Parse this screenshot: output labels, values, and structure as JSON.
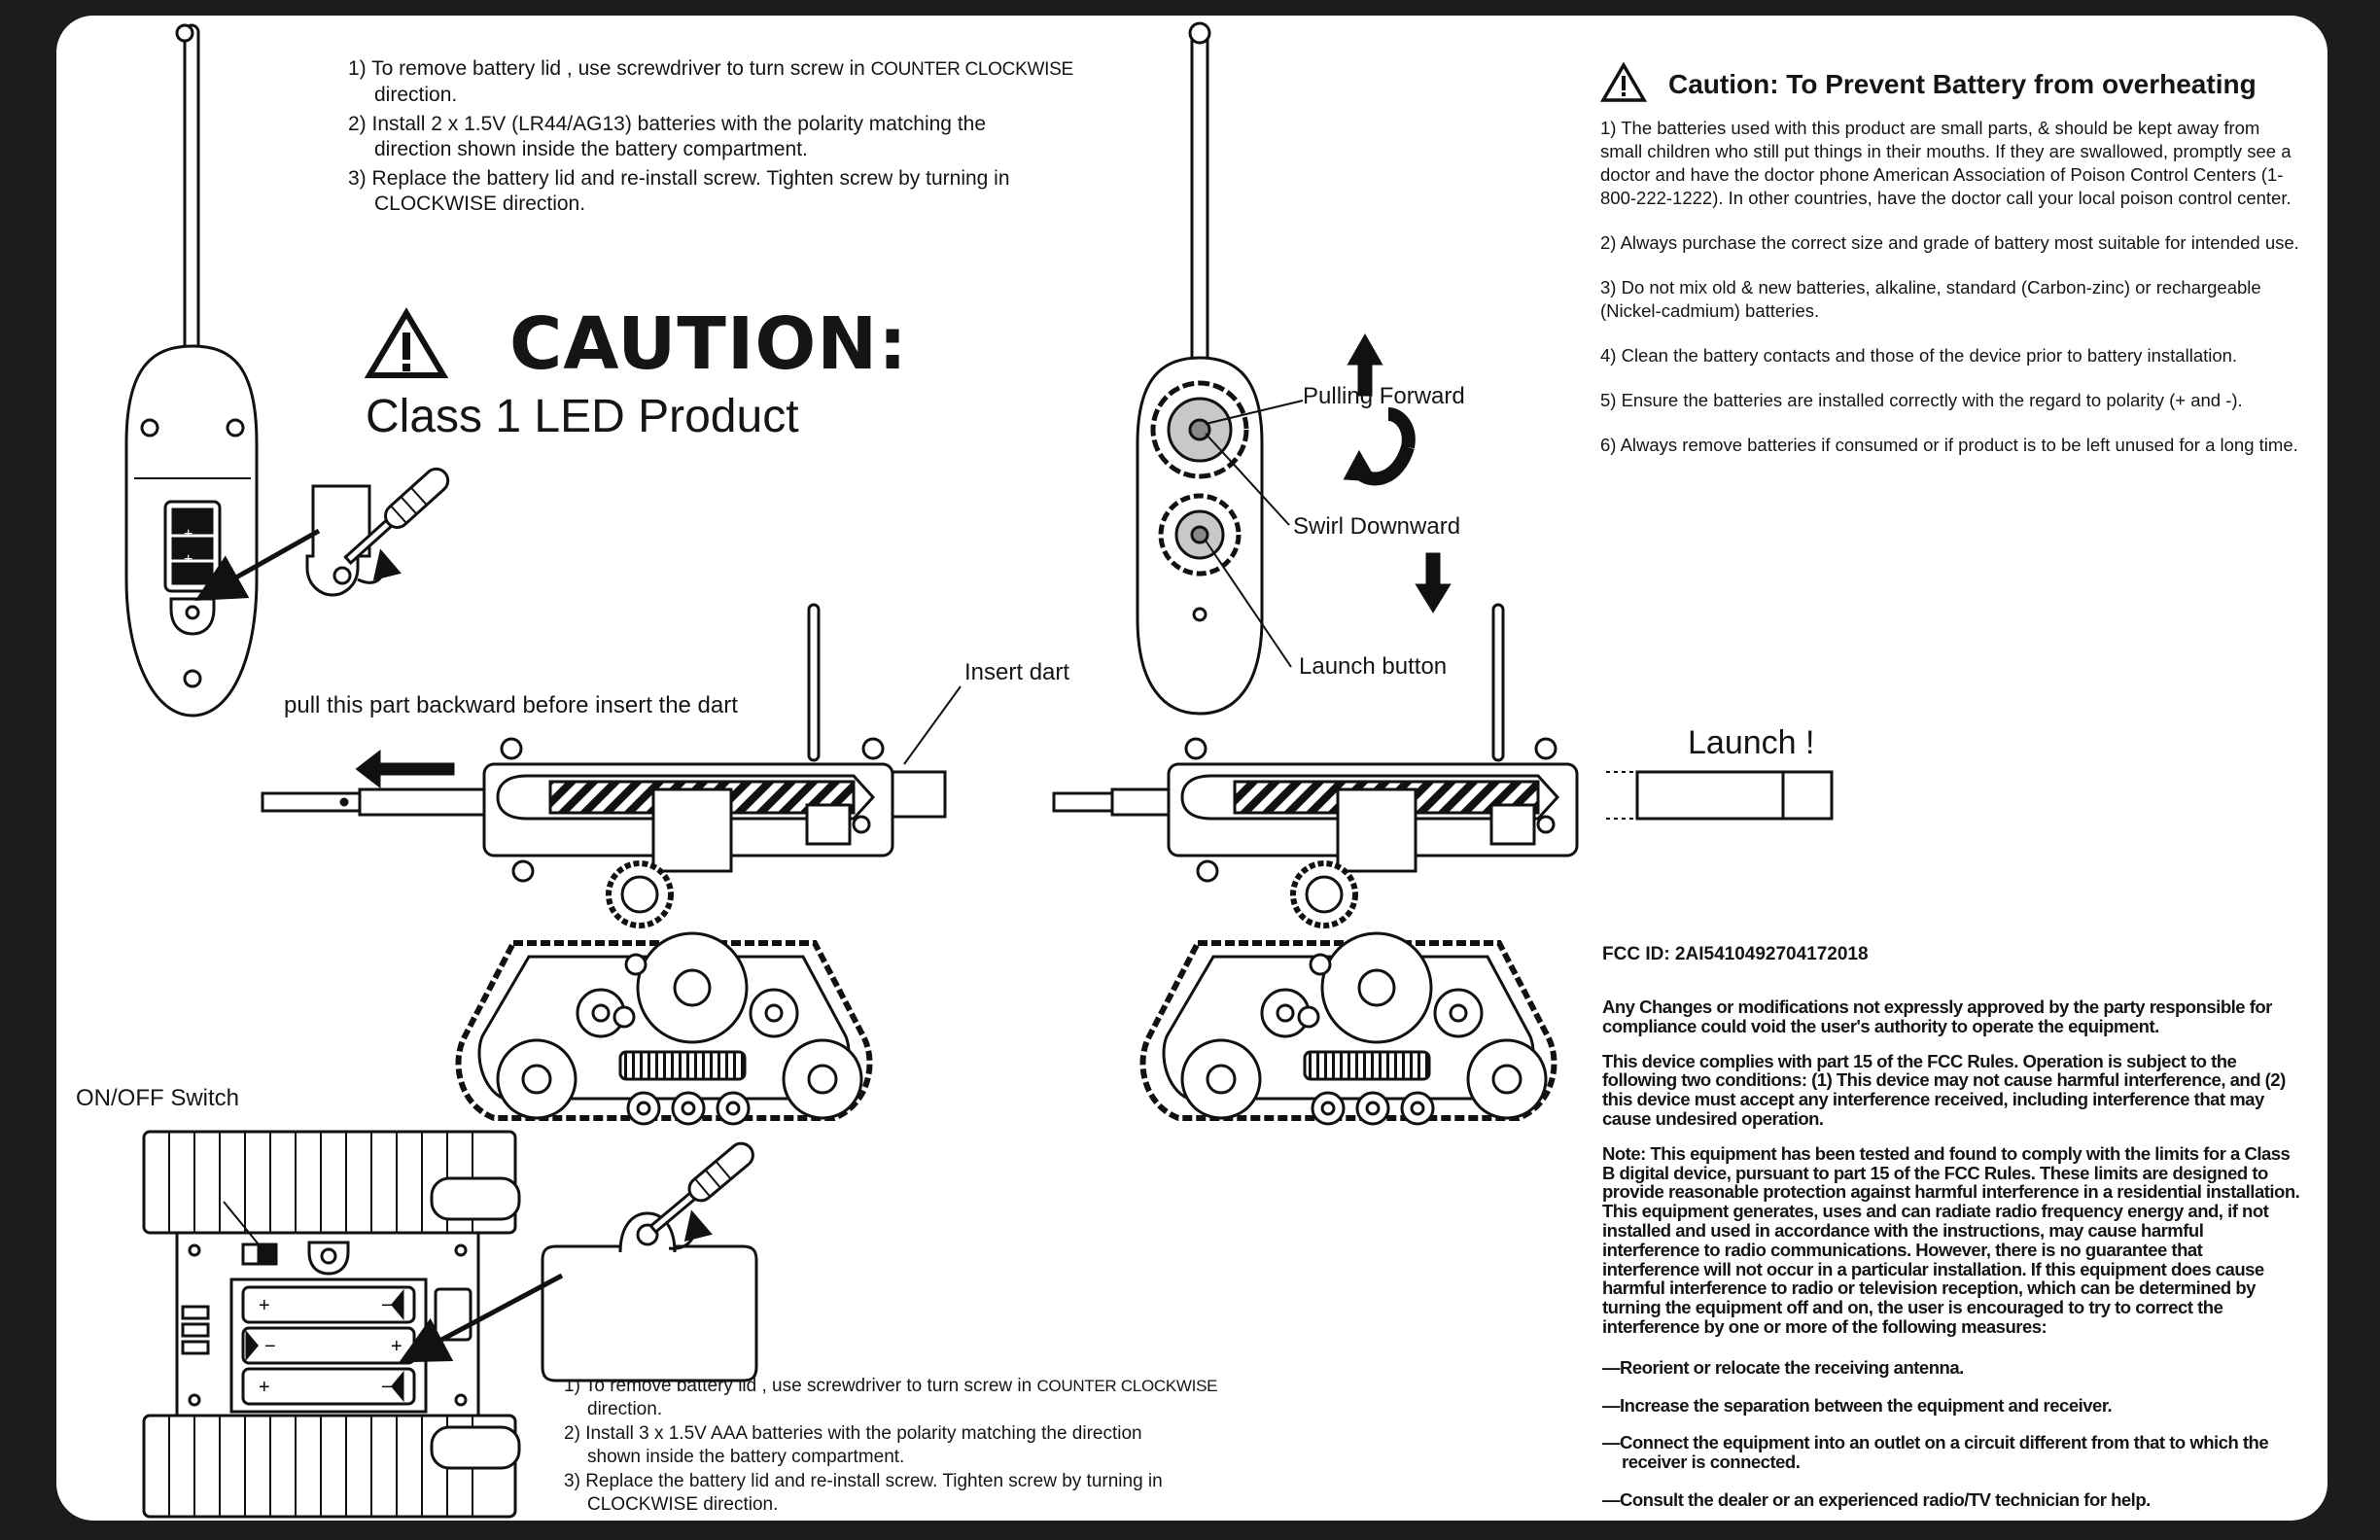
{
  "remote_battery_steps": [
    {
      "num": "1)",
      "text_a": "To remove battery lid , use screwdriver to turn screw in ",
      "text_b": "COUNTER CLOCKWISE",
      "text_c": "direction."
    },
    {
      "num": "2)",
      "text_a": "Install 2 x 1.5V (LR44/AG13) batteries with the polarity matching the",
      "text_c": "direction shown inside the battery compartment."
    },
    {
      "num": "3)",
      "text_a": "Replace the battery lid and re-install screw. Tighten screw by turning in",
      "text_c": "CLOCKWISE direction."
    }
  ],
  "caution": {
    "title": "CAUTION:",
    "subtitle": "Class 1 LED Product"
  },
  "labels": {
    "pull_back": "pull this part backward before insert the dart",
    "insert_dart": "Insert dart",
    "pulling_forward": "Pulling Forward",
    "swirl_downward": "Swirl Downward",
    "launch_button": "Launch button",
    "launch": "Launch !",
    "on_off_switch": "ON/OFF Switch"
  },
  "battery_caution": {
    "heading": "Caution: To Prevent Battery from overheating",
    "items": [
      "1) The batteries used with this product are small parts, & should be kept away from small children who still put things in their mouths. If they are swallowed, promptly see a doctor and have the doctor phone American Association of Poison Control Centers (1-800-222-1222). In other countries, have the doctor call your local poison control center.",
      "2) Always purchase the correct size and grade of battery most suitable for intended use.",
      "3) Do not mix old & new batteries, alkaline, standard (Carbon-zinc) or rechargeable (Nickel-cadmium) batteries.",
      "4) Clean the battery contacts and those of the device prior to battery installation.",
      "5) Ensure the batteries are installed correctly with the regard to polarity (+ and -).",
      "6) Always remove batteries if consumed or if product is to be left unused for a long time."
    ]
  },
  "fcc": {
    "id": "FCC ID: 2AI5410492704172018",
    "paragraphs": [
      "Any Changes or modifications not expressly approved by the party responsible for compliance could void the user's authority to operate the equipment.",
      "This device complies with part 15 of the FCC Rules. Operation is subject to the following two conditions: (1) This device may not cause harmful interference, and (2) this device must accept any interference received, including interference that may cause undesired operation.",
      "Note: This equipment has been tested and found to comply with the limits for a Class B digital device, pursuant to part 15 of the FCC Rules. These limits are designed to provide reasonable protection against harmful interference in a residential installation. This equipment generates, uses and can radiate radio frequency energy and, if not installed and used in accordance with the instructions, may cause harmful interference to radio communications. However, there is no guarantee that interference will not occur in a particular installation. If this equipment does cause harmful interference to radio or television reception, which can be determined by turning the equipment off and on, the user is encouraged to try to correct the interference by one or more of the following measures:"
    ],
    "measures": [
      "—Reorient or relocate the receiving antenna.",
      "—Increase the separation between the equipment and receiver.",
      "—Connect the equipment into an outlet on a circuit different from that to which the receiver is connected.",
      "—Consult the dealer or an experienced radio/TV technician for help."
    ]
  },
  "base_battery_steps": [
    {
      "num": "1)",
      "text_a": "To remove battery lid , use screwdriver to turn screw in ",
      "text_b": "COUNTER CLOCKWISE",
      "text_c": "direction."
    },
    {
      "num": "2)",
      "text_a": "Install 3 x 1.5V AAA batteries with the polarity matching the direction",
      "text_c": "shown inside the battery compartment."
    },
    {
      "num": "3)",
      "text_a": "Replace the battery lid and re-install screw. Tighten screw by turning in",
      "text_c": "CLOCKWISE direction."
    }
  ],
  "battery_polarity": {
    "plus": "+",
    "minus": "−"
  }
}
